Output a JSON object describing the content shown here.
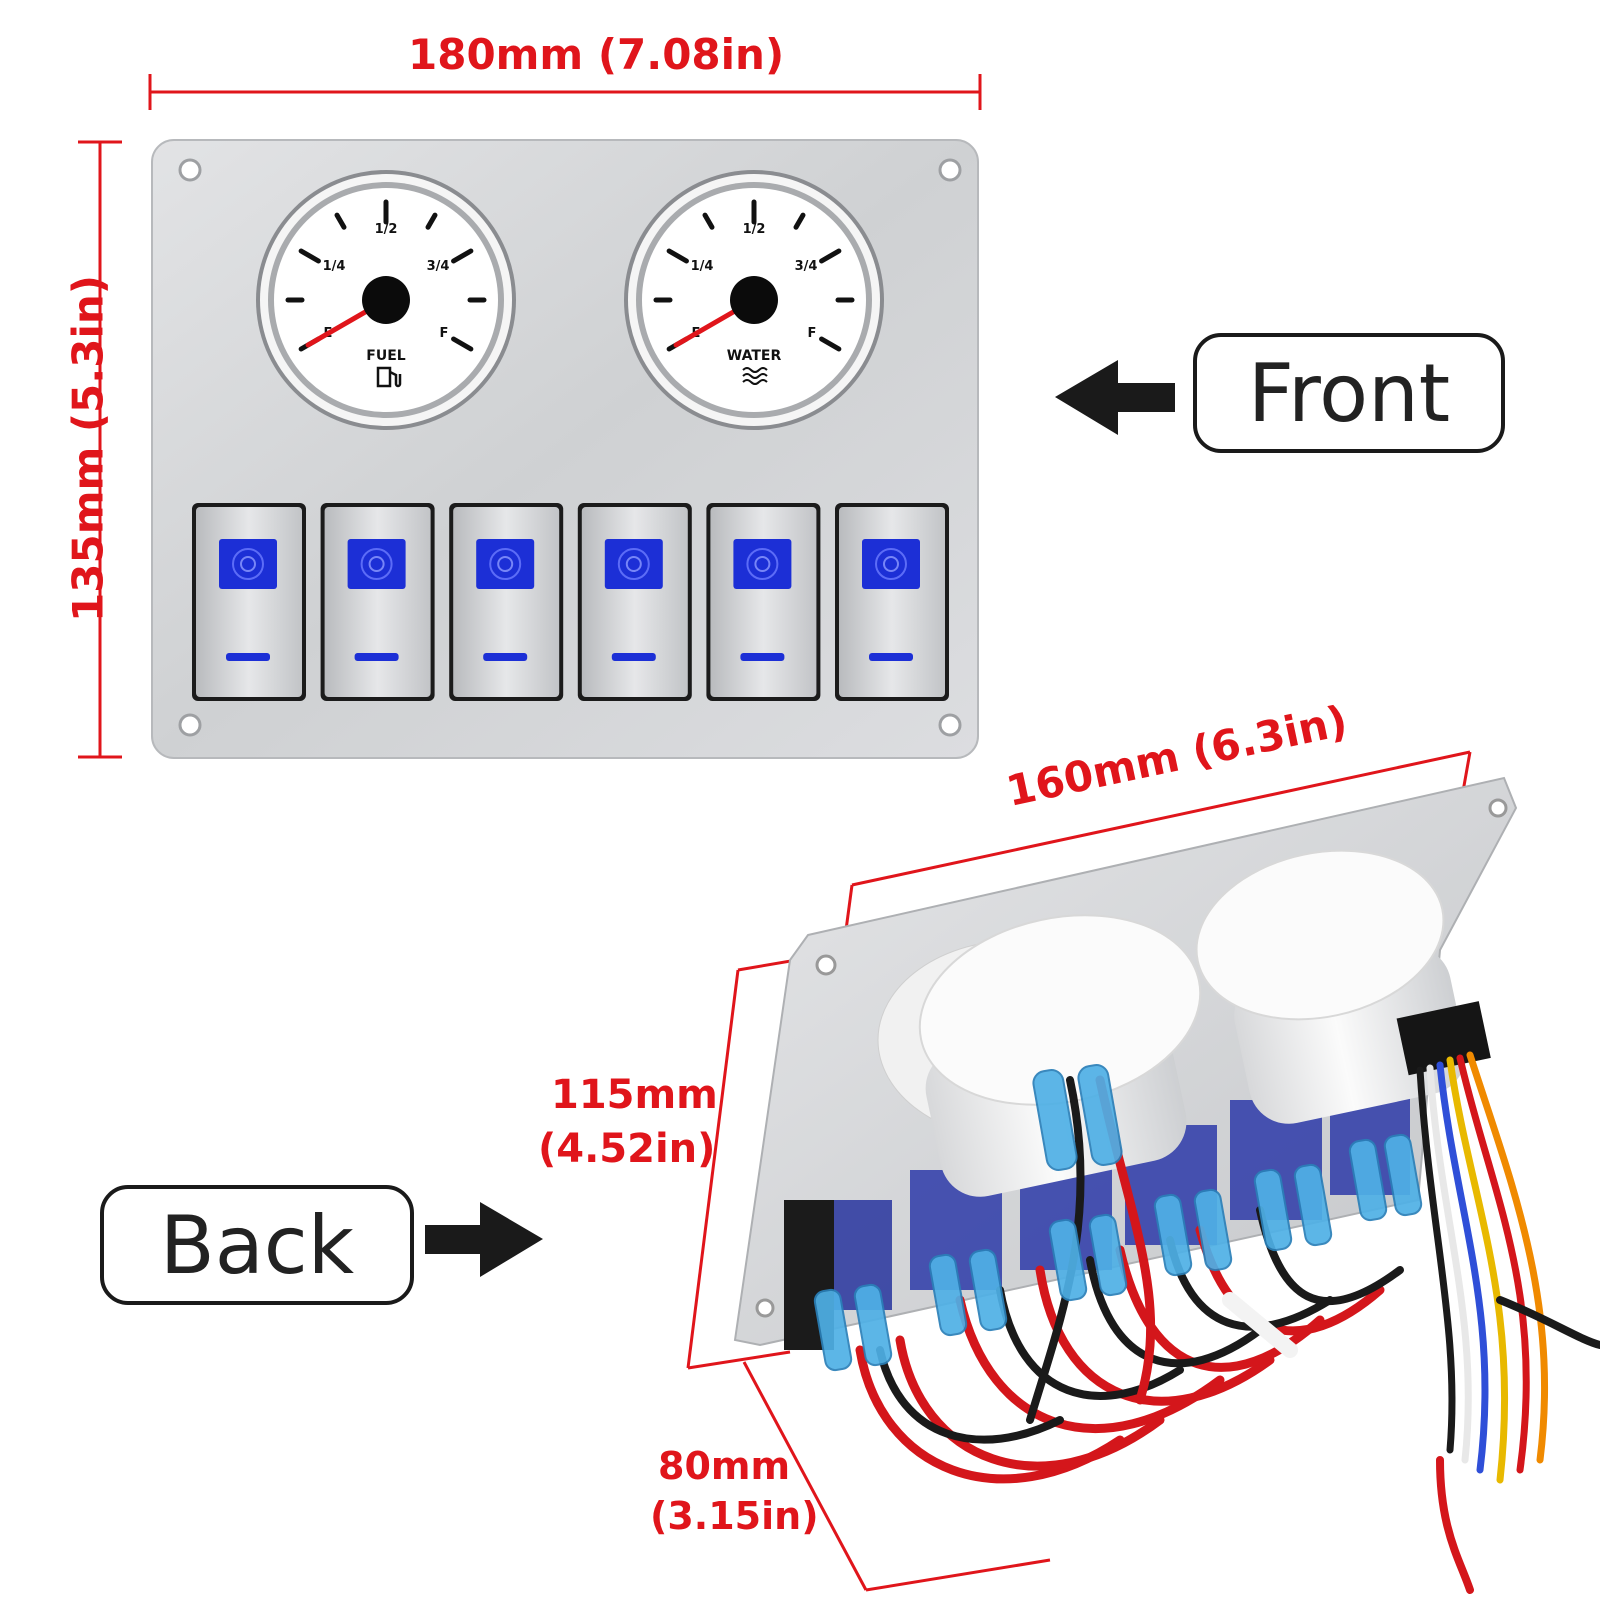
{
  "dimensions": {
    "front_width": "180mm (7.08in)",
    "front_height": "135mm (5.3in)",
    "back_width": "160mm (6.3in)",
    "back_height_mm": "115mm",
    "back_height_in": "(4.52in)",
    "back_depth_mm": "80mm",
    "back_depth_in": "(3.15in)"
  },
  "labels": {
    "front": "Front",
    "back": "Back"
  },
  "gauges": [
    {
      "name": "FUEL",
      "ticks": {
        "half": "1/2",
        "quarter": "1/4",
        "three_quarter": "3/4",
        "empty": "E",
        "full": "F"
      },
      "icon": "fuel-pump-icon",
      "needle_fraction": 0.0
    },
    {
      "name": "WATER",
      "ticks": {
        "half": "1/2",
        "quarter": "1/4",
        "three_quarter": "3/4",
        "empty": "E",
        "full": "F"
      },
      "icon": "water-waves-icon",
      "needle_fraction": 0.0
    }
  ],
  "switches": [
    {
      "id": 1,
      "led_color": "#1c2fd6"
    },
    {
      "id": 2,
      "led_color": "#1c2fd6"
    },
    {
      "id": 3,
      "led_color": "#1c2fd6"
    },
    {
      "id": 4,
      "led_color": "#1c2fd6"
    },
    {
      "id": 5,
      "led_color": "#1c2fd6"
    },
    {
      "id": 6,
      "led_color": "#1c2fd6"
    }
  ],
  "colors": {
    "dimension": "#e0151b",
    "panel": "#d4d6d8",
    "switch_led": "#1c2fd6",
    "needle": "#e0151b"
  }
}
